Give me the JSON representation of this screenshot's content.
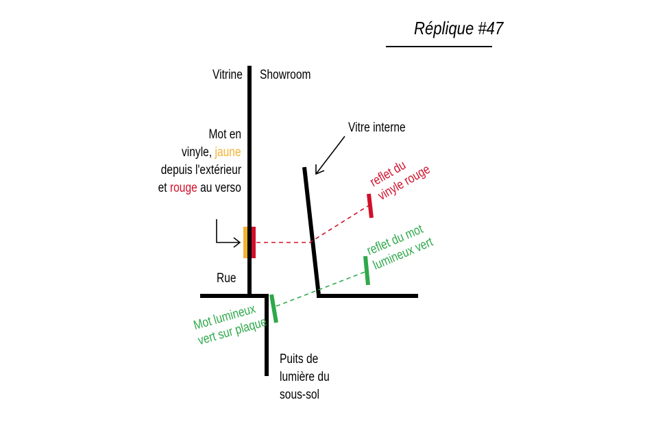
{
  "title": "Réplique #47",
  "labels": {
    "vitrine": "Vitrine",
    "showroom": "Showroom",
    "rue": "Rue",
    "vitre_interne": "Vitre interne",
    "word_l1": "Mot en",
    "word_l2_a": "vinyle, ",
    "word_l2_b": "jaune",
    "word_l3": "depuis l'extérieur",
    "word_l4_a": "et ",
    "word_l4_b": "rouge",
    "word_l4_c": " au verso",
    "reflet_rouge_l1": "reflet du",
    "reflet_rouge_l2": "vinyle rouge",
    "reflet_vert_l1": "reflet du mot",
    "reflet_vert_l2": "lumineux vert",
    "mot_lumineux_l1": "Mot lumineux",
    "mot_lumineux_l2": "vert sur plaque",
    "puits_l1": "Puits de",
    "puits_l2": "lumière du",
    "puits_l3": "sous-sol"
  },
  "colors": {
    "yellow": "#f2b233",
    "red": "#d0102a",
    "green": "#2ea84a",
    "black": "#000000"
  }
}
